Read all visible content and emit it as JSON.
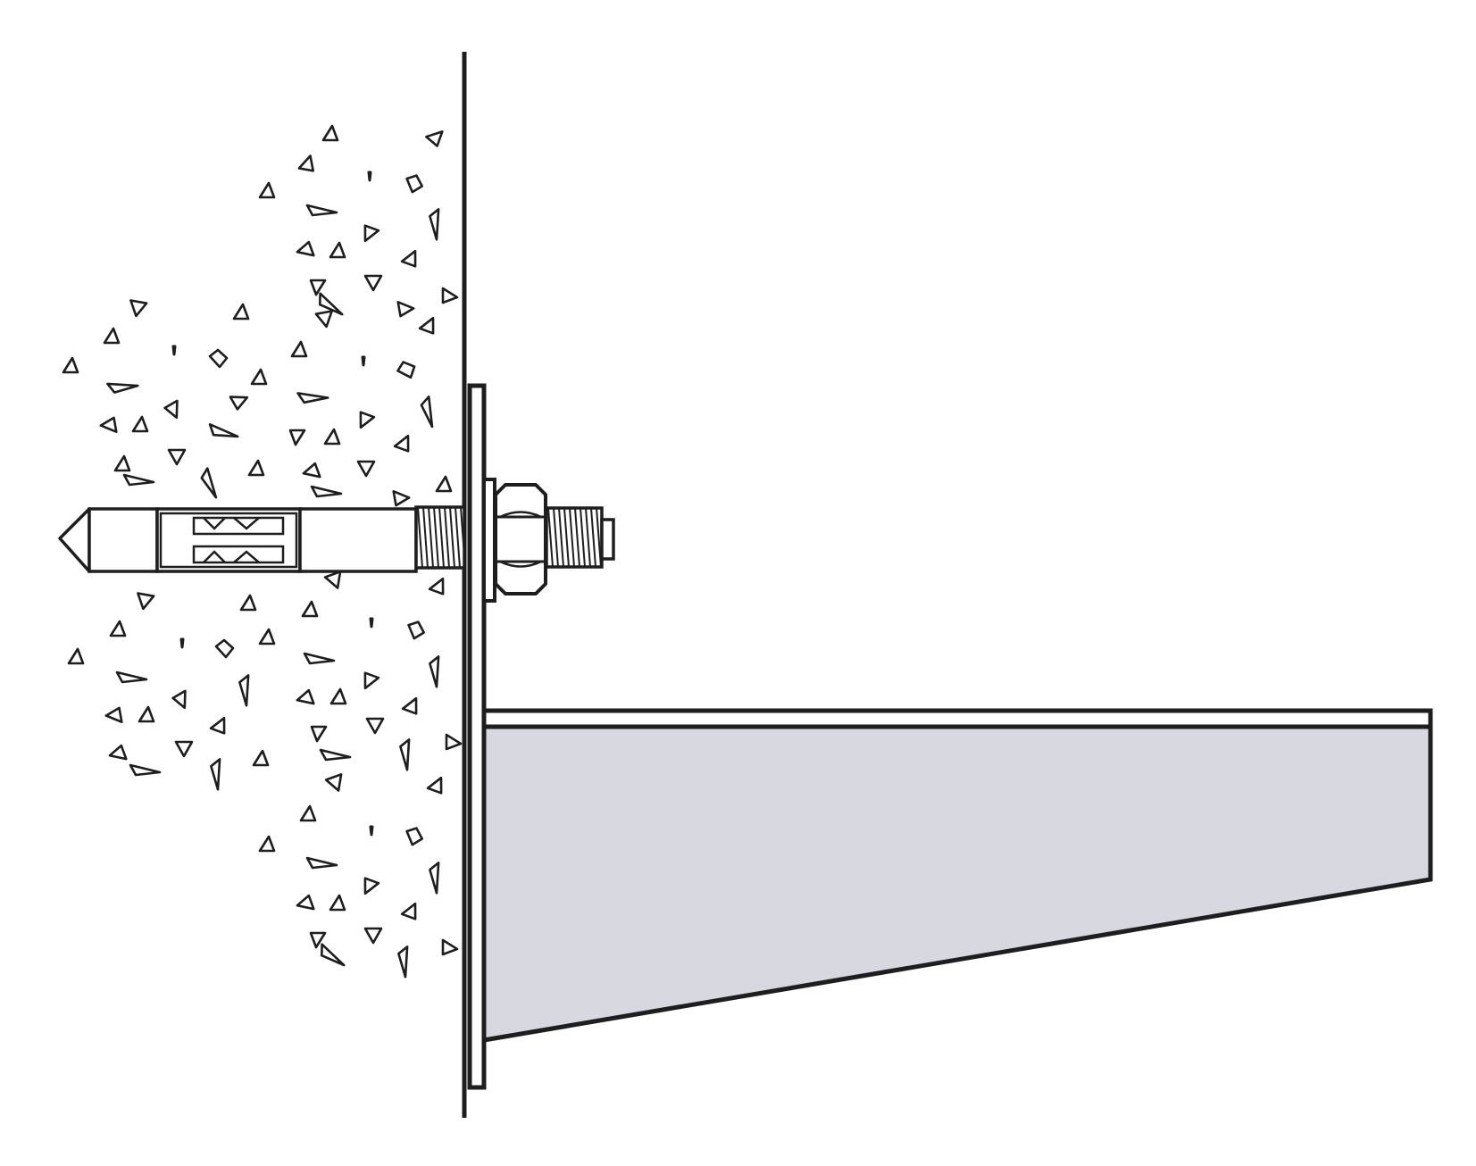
{
  "colors": {
    "background": "#ffffff",
    "stroke": "#1e1e1e",
    "bracket_fill": "#d8d9e0",
    "metal_fill": "#ffffff"
  },
  "parts": [
    {
      "key": "wall",
      "icon": "concrete-wall-icon"
    },
    {
      "key": "aggregate",
      "icon": "aggregate-pebbles-icon"
    },
    {
      "key": "anchor",
      "icon": "wedge-anchor-bolt-icon"
    },
    {
      "key": "base_plate",
      "icon": "base-plate-icon"
    },
    {
      "key": "washer",
      "icon": "washer-icon"
    },
    {
      "key": "hex_nut",
      "icon": "hex-nut-icon"
    },
    {
      "key": "bracket",
      "icon": "cantilever-bracket-icon"
    }
  ]
}
